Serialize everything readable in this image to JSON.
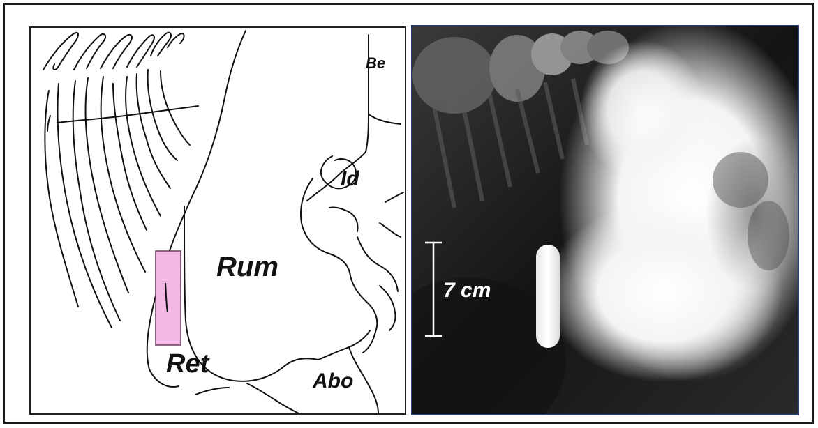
{
  "diagram": {
    "labels": {
      "be": "Be",
      "id": "Id",
      "rum": "Rum",
      "ret": "Ret",
      "abo": "Abo"
    },
    "colors": {
      "line": "#111111",
      "marker_fill": "#f3b8e4",
      "marker_stroke": "#6a3a5a"
    }
  },
  "radiograph": {
    "scale_label": "7 cm",
    "colors": {
      "scale_bar": "#ffffff"
    }
  }
}
